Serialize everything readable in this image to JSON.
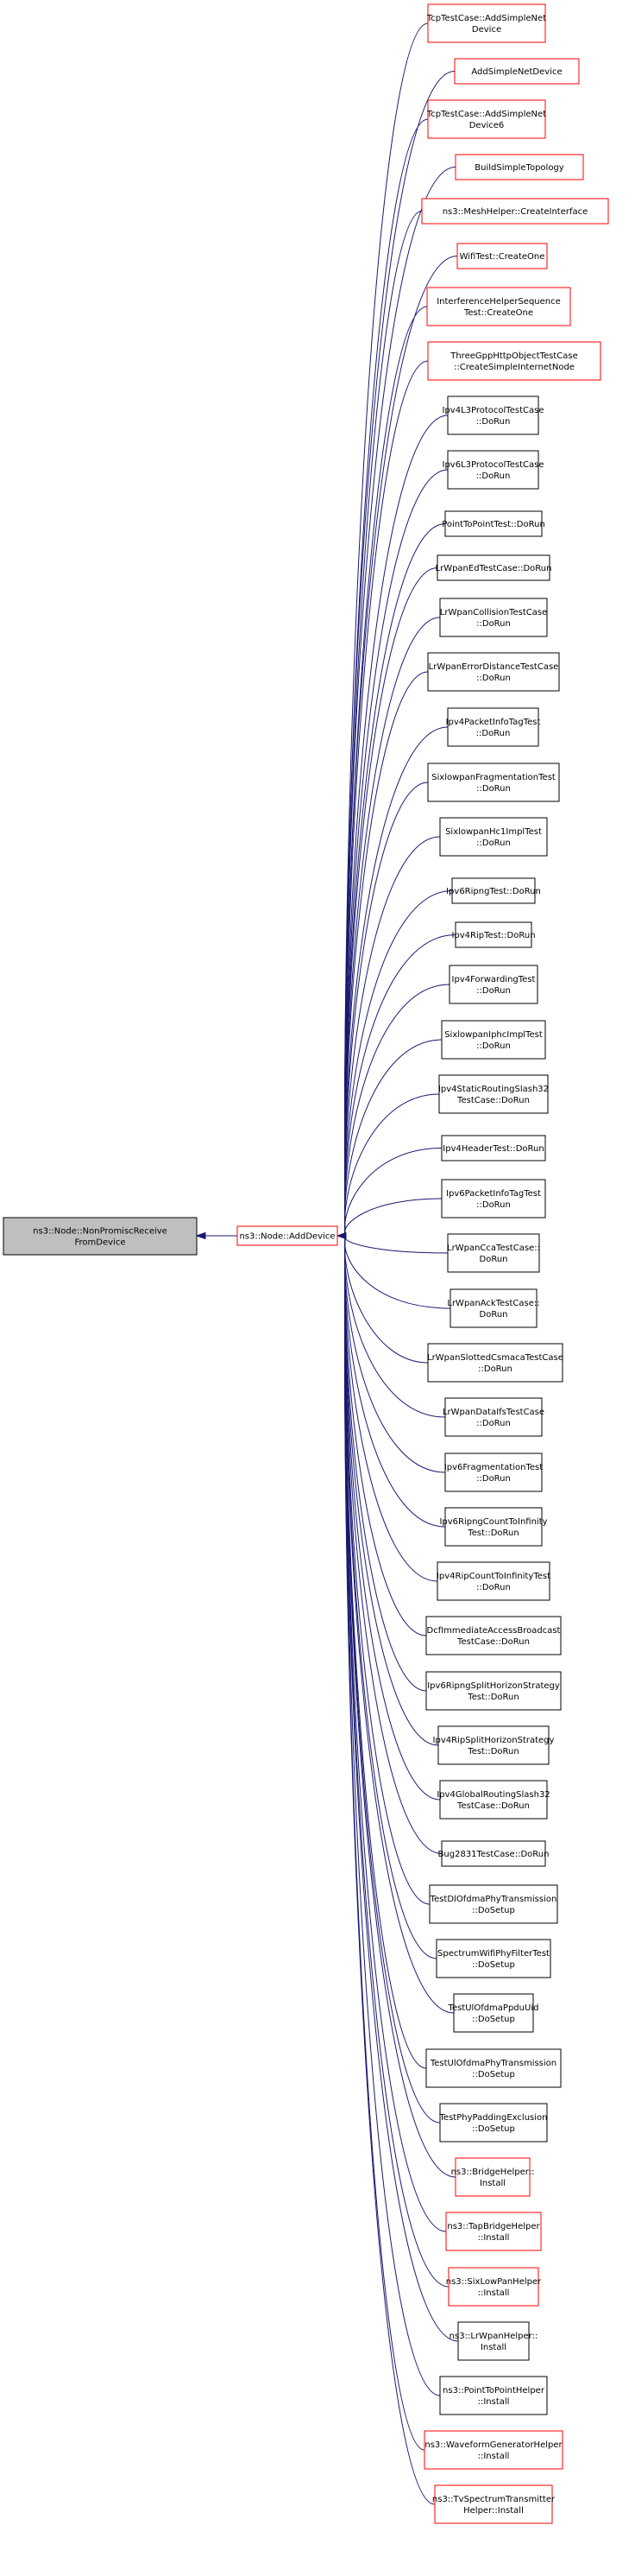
{
  "root": {
    "lines": [
      "ns3::Node::NonPromiscReceive",
      "FromDevice"
    ]
  },
  "center": {
    "lines": [
      "ns3::Node::AddDevice"
    ]
  },
  "callers": [
    {
      "lines": [
        "TcpTestCase::AddSimpleNet",
        "Device"
      ],
      "red": true
    },
    {
      "lines": [
        "AddSimpleNetDevice"
      ],
      "red": true
    },
    {
      "lines": [
        "TcpTestCase::AddSimpleNet",
        "Device6"
      ],
      "red": true
    },
    {
      "lines": [
        "BuildSimpleTopology"
      ],
      "red": true
    },
    {
      "lines": [
        "ns3::MeshHelper::CreateInterface"
      ],
      "red": true
    },
    {
      "lines": [
        "WifiTest::CreateOne"
      ],
      "red": true
    },
    {
      "lines": [
        "InterferenceHelperSequence",
        "Test::CreateOne"
      ],
      "red": true
    },
    {
      "lines": [
        "ThreeGppHttpObjectTestCase",
        "::CreateSimpleInternetNode"
      ],
      "red": true
    },
    {
      "lines": [
        "Ipv4L3ProtocolTestCase",
        "::DoRun"
      ],
      "red": false
    },
    {
      "lines": [
        "Ipv6L3ProtocolTestCase",
        "::DoRun"
      ],
      "red": false
    },
    {
      "lines": [
        "PointToPointTest::DoRun"
      ],
      "red": false
    },
    {
      "lines": [
        "LrWpanEdTestCase::DoRun"
      ],
      "red": false
    },
    {
      "lines": [
        "LrWpanCollisionTestCase",
        "::DoRun"
      ],
      "red": false
    },
    {
      "lines": [
        "LrWpanErrorDistanceTestCase",
        "::DoRun"
      ],
      "red": false
    },
    {
      "lines": [
        "Ipv4PacketInfoTagTest",
        "::DoRun"
      ],
      "red": false
    },
    {
      "lines": [
        "SixlowpanFragmentationTest",
        "::DoRun"
      ],
      "red": false
    },
    {
      "lines": [
        "SixlowpanHc1ImplTest",
        "::DoRun"
      ],
      "red": false
    },
    {
      "lines": [
        "Ipv6RipngTest::DoRun"
      ],
      "red": false
    },
    {
      "lines": [
        "Ipv4RipTest::DoRun"
      ],
      "red": false
    },
    {
      "lines": [
        "Ipv4ForwardingTest",
        "::DoRun"
      ],
      "red": false
    },
    {
      "lines": [
        "SixlowpanIphcImplTest",
        "::DoRun"
      ],
      "red": false
    },
    {
      "lines": [
        "Ipv4StaticRoutingSlash32",
        "TestCase::DoRun"
      ],
      "red": false
    },
    {
      "lines": [
        "Ipv4HeaderTest::DoRun"
      ],
      "red": false
    },
    {
      "lines": [
        "Ipv6PacketInfoTagTest",
        "::DoRun"
      ],
      "red": false
    },
    {
      "lines": [
        "LrWpanCcaTestCase::",
        "DoRun"
      ],
      "red": false
    },
    {
      "lines": [
        "LrWpanAckTestCase::",
        "DoRun"
      ],
      "red": false
    },
    {
      "lines": [
        "LrWpanSlottedCsmacaTestCase",
        "::DoRun"
      ],
      "red": false
    },
    {
      "lines": [
        "LrWpanDataIfsTestCase",
        "::DoRun"
      ],
      "red": false
    },
    {
      "lines": [
        "Ipv6FragmentationTest",
        "::DoRun"
      ],
      "red": false
    },
    {
      "lines": [
        "Ipv6RipngCountToInfinity",
        "Test::DoRun"
      ],
      "red": false
    },
    {
      "lines": [
        "Ipv4RipCountToInfinityTest",
        "::DoRun"
      ],
      "red": false
    },
    {
      "lines": [
        "DcfImmediateAccessBroadcast",
        "TestCase::DoRun"
      ],
      "red": false
    },
    {
      "lines": [
        "Ipv6RipngSplitHorizonStrategy",
        "Test::DoRun"
      ],
      "red": false
    },
    {
      "lines": [
        "Ipv4RipSplitHorizonStrategy",
        "Test::DoRun"
      ],
      "red": false
    },
    {
      "lines": [
        "Ipv4GlobalRoutingSlash32",
        "TestCase::DoRun"
      ],
      "red": false
    },
    {
      "lines": [
        "Bug2831TestCase::DoRun"
      ],
      "red": false
    },
    {
      "lines": [
        "TestDlOfdmaPhyTransmission",
        "::DoSetup"
      ],
      "red": false
    },
    {
      "lines": [
        "SpectrumWifiPhyFilterTest",
        "::DoSetup"
      ],
      "red": false
    },
    {
      "lines": [
        "TestUlOfdmaPpduUid",
        "::DoSetup"
      ],
      "red": false
    },
    {
      "lines": [
        "TestUlOfdmaPhyTransmission",
        "::DoSetup"
      ],
      "red": false
    },
    {
      "lines": [
        "TestPhyPaddingExclusion",
        "::DoSetup"
      ],
      "red": false
    },
    {
      "lines": [
        "ns3::BridgeHelper::",
        "Install"
      ],
      "red": true
    },
    {
      "lines": [
        "ns3::TapBridgeHelper",
        "::Install"
      ],
      "red": true
    },
    {
      "lines": [
        "ns3::SixLowPanHelper",
        "::Install"
      ],
      "red": true
    },
    {
      "lines": [
        "ns3::LrWpanHelper::",
        "Install"
      ],
      "red": false
    },
    {
      "lines": [
        "ns3::PointToPointHelper",
        "::Install"
      ],
      "red": false
    },
    {
      "lines": [
        "ns3::WaveformGeneratorHelper",
        "::Install"
      ],
      "red": true
    },
    {
      "lines": [
        "ns3::TvSpectrumTransmitter",
        "Helper::Install"
      ],
      "red": true
    }
  ],
  "colors": {
    "edge": "#191970",
    "red_border": "#ff0000",
    "black_border": "#000000",
    "root_fill": "#bfbfbf",
    "node_fill": "#ffffff"
  }
}
